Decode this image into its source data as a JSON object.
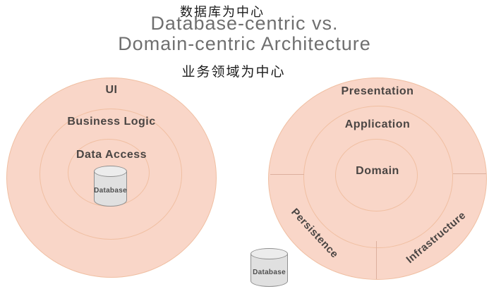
{
  "header": {
    "label_top": "数据库为中心",
    "title_line1": "Database-centric vs.",
    "title_line2": "Domain-centric Architecture",
    "label_bottom": "业务领域为中心"
  },
  "left_diagram": {
    "name": "Database-centric architecture",
    "rings": [
      "UI",
      "Business Logic",
      "Data Access"
    ],
    "database_label": "Database"
  },
  "right_diagram": {
    "name": "Domain-centric architecture",
    "rings": [
      "Presentation",
      "Application",
      "Domain"
    ],
    "segments": [
      "Persistence",
      "Infrastructure"
    ],
    "database_label": "Database"
  },
  "colors": {
    "circle_fill": "#f9d6c8",
    "ring_stroke": "#f0bfa2",
    "divider": "#ddb09e",
    "label_text": "#4a4543",
    "title_text": "#6f6f6f",
    "cn_text": "#1b1b1b",
    "cylinder_fill": "#e0e0e0",
    "cylinder_top": "#ececec",
    "cylinder_stroke": "#8f8f8f"
  }
}
